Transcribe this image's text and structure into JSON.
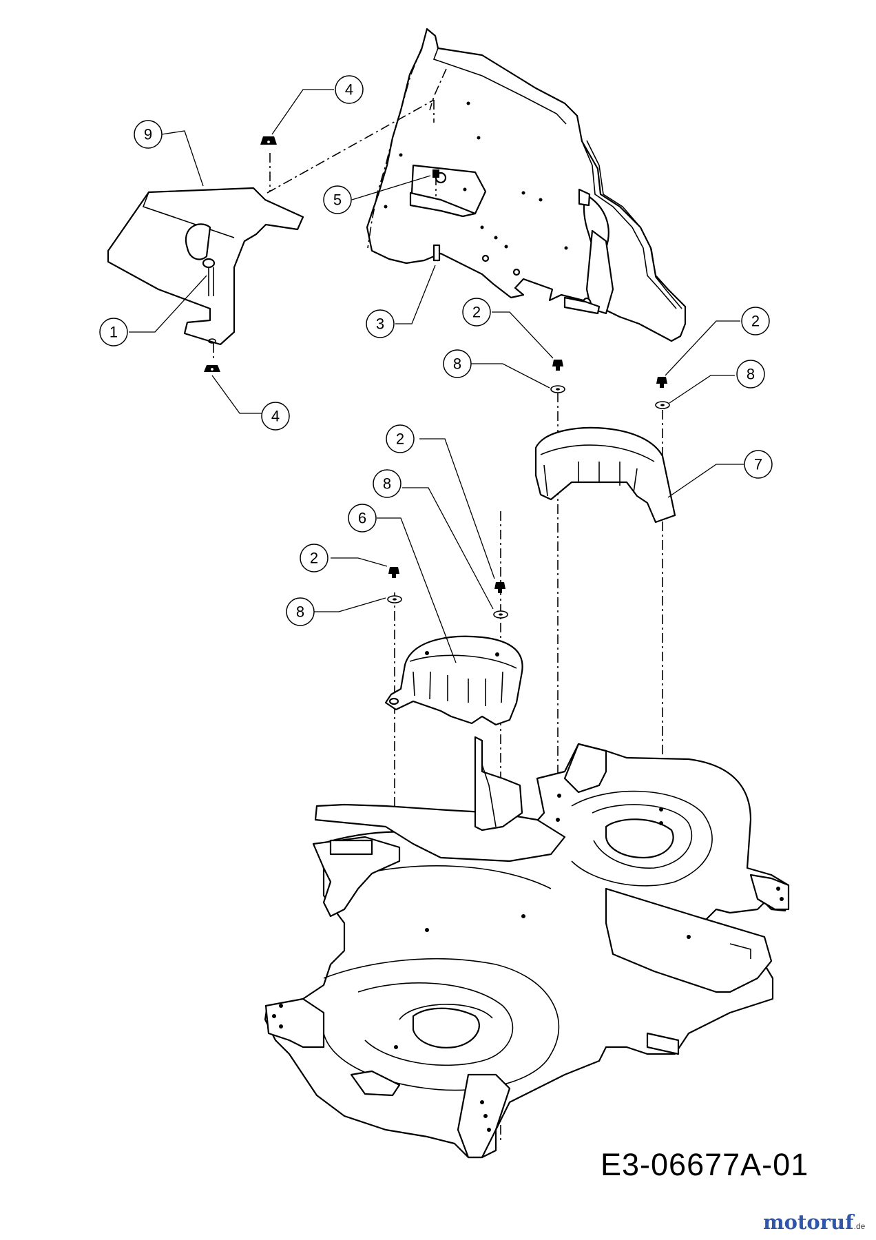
{
  "callouts": {
    "c1": "1",
    "c2a": "2",
    "c2b": "2",
    "c2c": "2",
    "c2d": "2",
    "c3": "3",
    "c4a": "4",
    "c4b": "4",
    "c5": "5",
    "c6": "6",
    "c7": "7",
    "c8a": "8",
    "c8b": "8",
    "c8c": "8",
    "c8d": "8",
    "c9": "9"
  },
  "drawing_code": "E3-06677A-01",
  "watermark": {
    "brand": "motoruf",
    "suffix": ".de",
    "color": "#2f56a8"
  }
}
